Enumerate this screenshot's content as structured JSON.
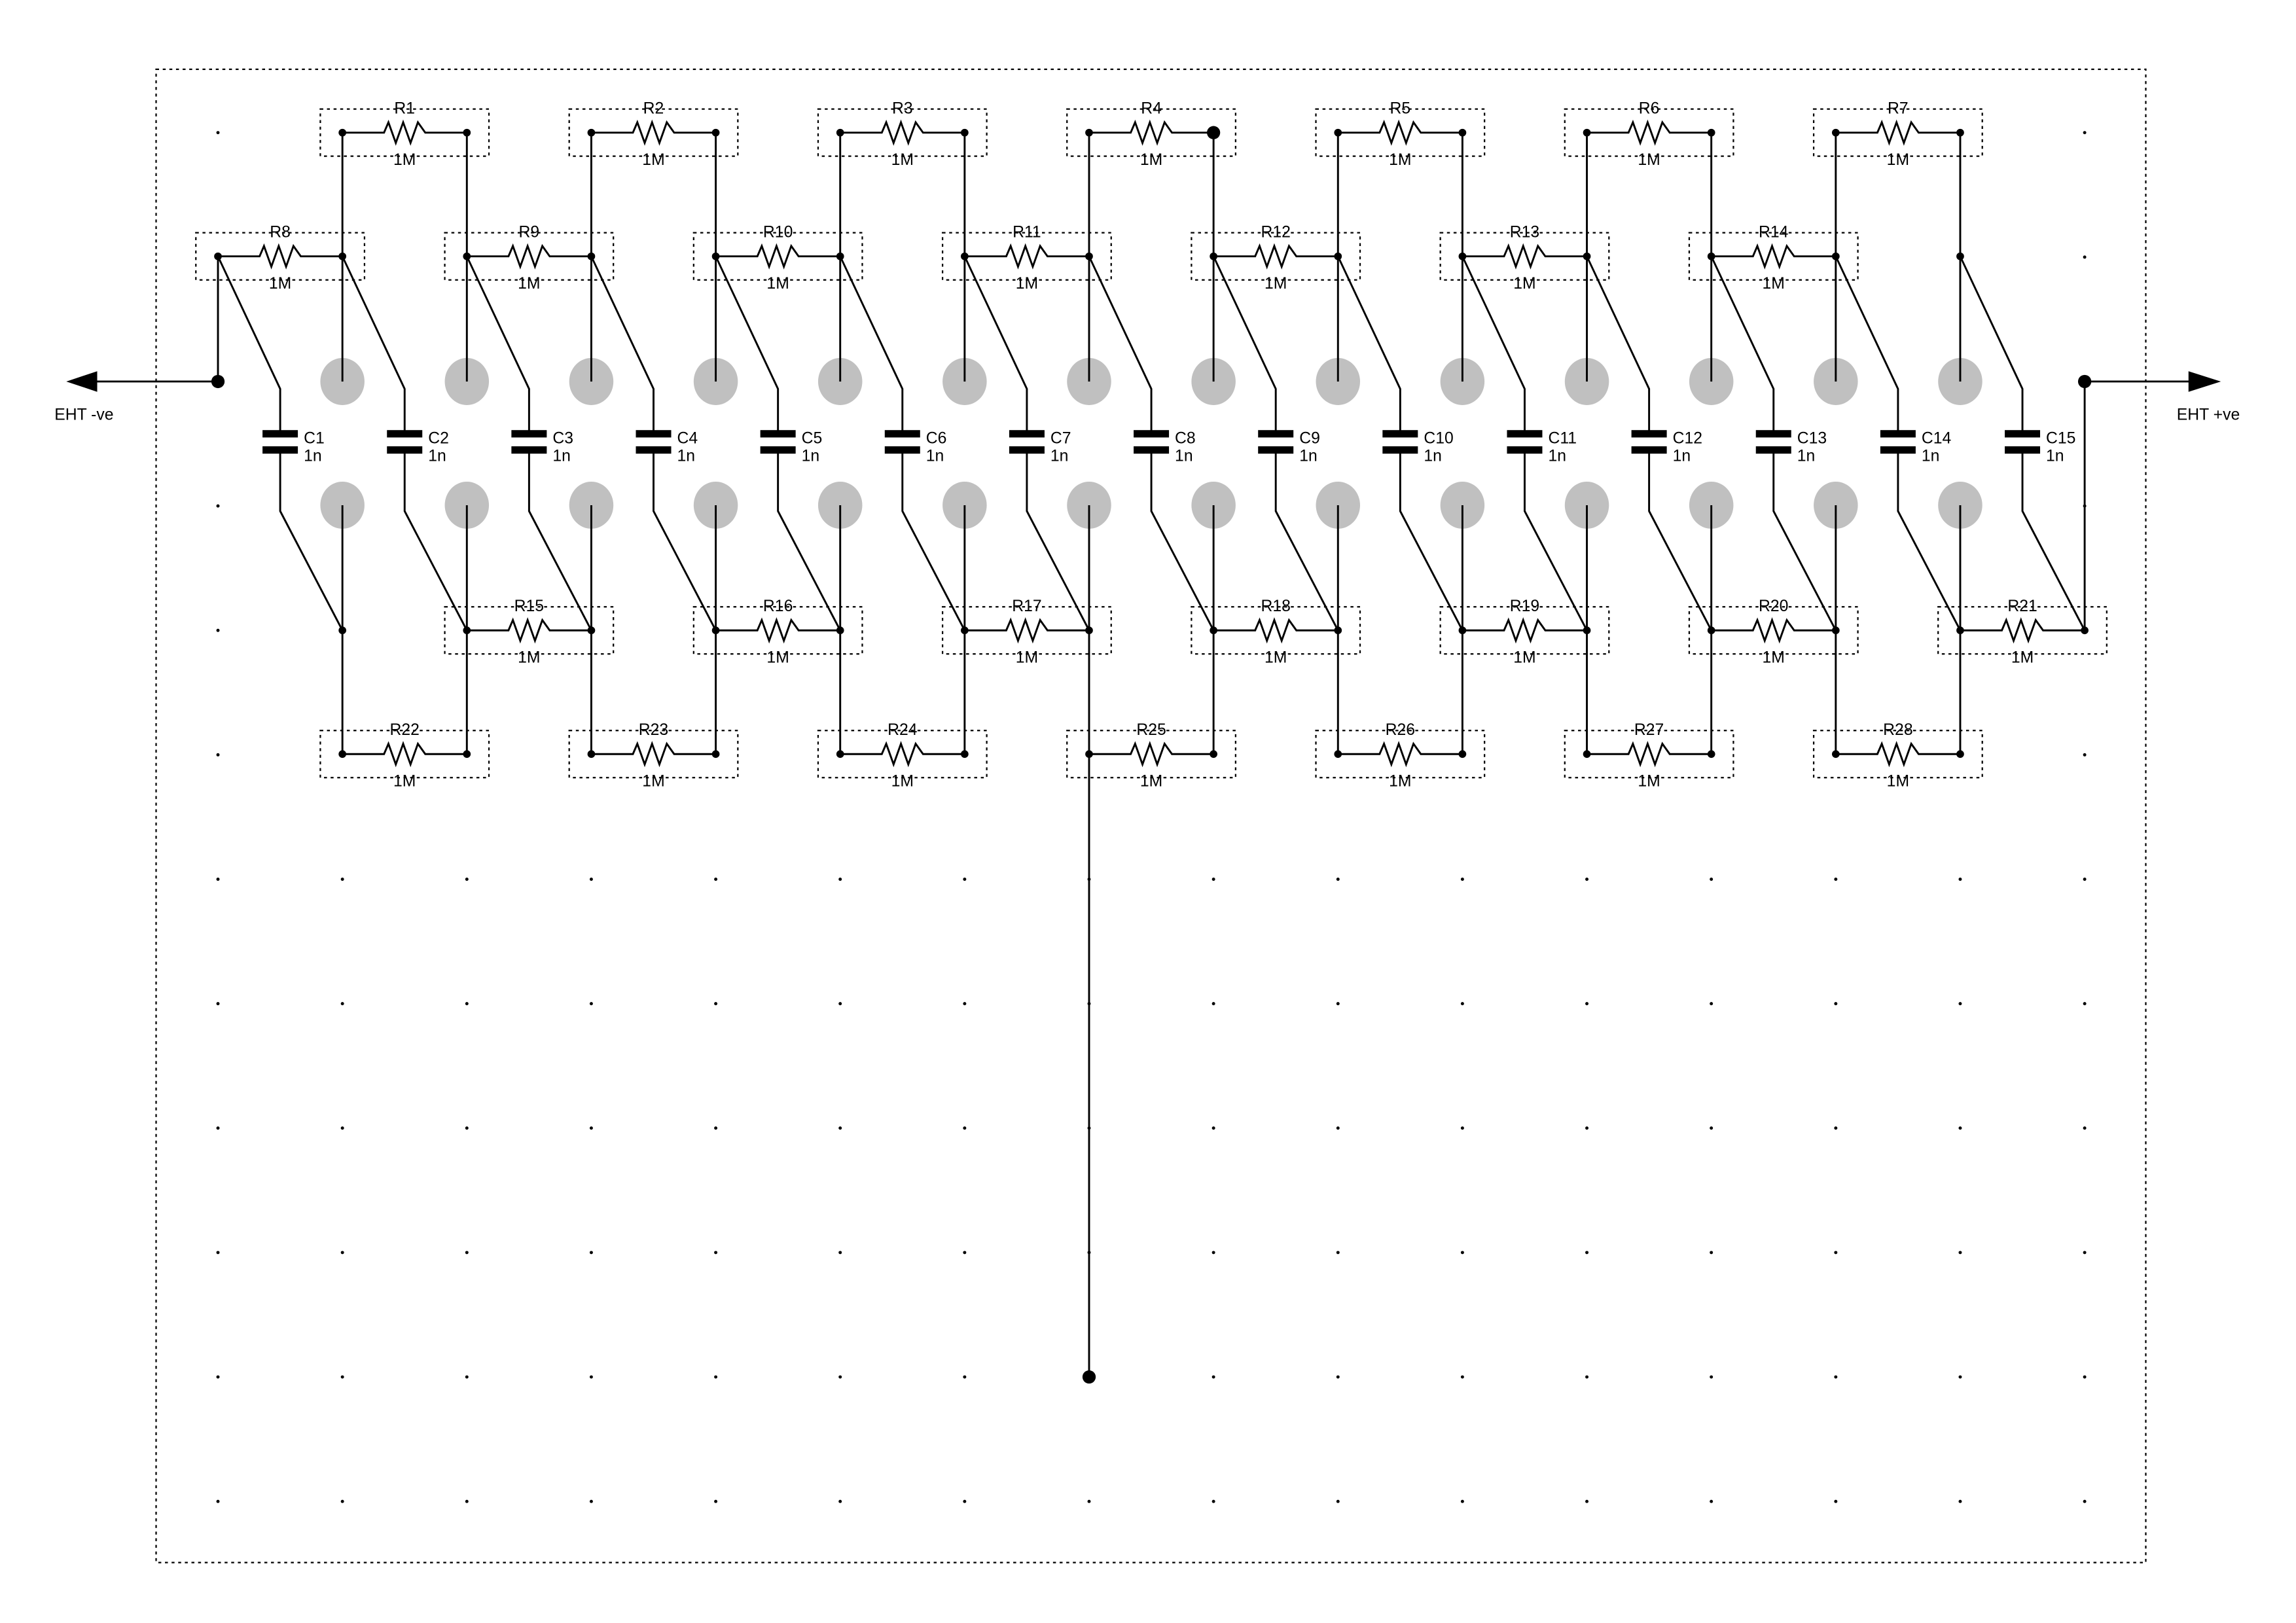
{
  "resistors": {
    "top": [
      {
        "ref": "R1",
        "value": "1M"
      },
      {
        "ref": "R2",
        "value": "1M"
      },
      {
        "ref": "R3",
        "value": "1M"
      },
      {
        "ref": "R4",
        "value": "1M"
      },
      {
        "ref": "R5",
        "value": "1M"
      },
      {
        "ref": "R6",
        "value": "1M"
      },
      {
        "ref": "R7",
        "value": "1M"
      }
    ],
    "upper": [
      {
        "ref": "R8",
        "value": "1M"
      },
      {
        "ref": "R9",
        "value": "1M"
      },
      {
        "ref": "R10",
        "value": "1M"
      },
      {
        "ref": "R11",
        "value": "1M"
      },
      {
        "ref": "R12",
        "value": "1M"
      },
      {
        "ref": "R13",
        "value": "1M"
      },
      {
        "ref": "R14",
        "value": "1M"
      }
    ],
    "lower": [
      {
        "ref": "R15",
        "value": "1M"
      },
      {
        "ref": "R16",
        "value": "1M"
      },
      {
        "ref": "R17",
        "value": "1M"
      },
      {
        "ref": "R18",
        "value": "1M"
      },
      {
        "ref": "R19",
        "value": "1M"
      },
      {
        "ref": "R20",
        "value": "1M"
      },
      {
        "ref": "R21",
        "value": "1M"
      }
    ],
    "bottom": [
      {
        "ref": "R22",
        "value": "1M"
      },
      {
        "ref": "R23",
        "value": "1M"
      },
      {
        "ref": "R24",
        "value": "1M"
      },
      {
        "ref": "R25",
        "value": "1M"
      },
      {
        "ref": "R26",
        "value": "1M"
      },
      {
        "ref": "R27",
        "value": "1M"
      },
      {
        "ref": "R28",
        "value": "1M"
      }
    ]
  },
  "capacitors": [
    {
      "ref": "C1",
      "value": "1n"
    },
    {
      "ref": "C2",
      "value": "1n"
    },
    {
      "ref": "C3",
      "value": "1n"
    },
    {
      "ref": "C4",
      "value": "1n"
    },
    {
      "ref": "C5",
      "value": "1n"
    },
    {
      "ref": "C6",
      "value": "1n"
    },
    {
      "ref": "C7",
      "value": "1n"
    },
    {
      "ref": "C8",
      "value": "1n"
    },
    {
      "ref": "C9",
      "value": "1n"
    },
    {
      "ref": "C10",
      "value": "1n"
    },
    {
      "ref": "C11",
      "value": "1n"
    },
    {
      "ref": "C12",
      "value": "1n"
    },
    {
      "ref": "C13",
      "value": "1n"
    },
    {
      "ref": "C14",
      "value": "1n"
    },
    {
      "ref": "C15",
      "value": "1n"
    }
  ],
  "terminals": {
    "negative": "EHT -ve",
    "positive": "EHT +ve"
  },
  "colors": {
    "wire": "#000000",
    "pad": "#c0c0c0"
  }
}
